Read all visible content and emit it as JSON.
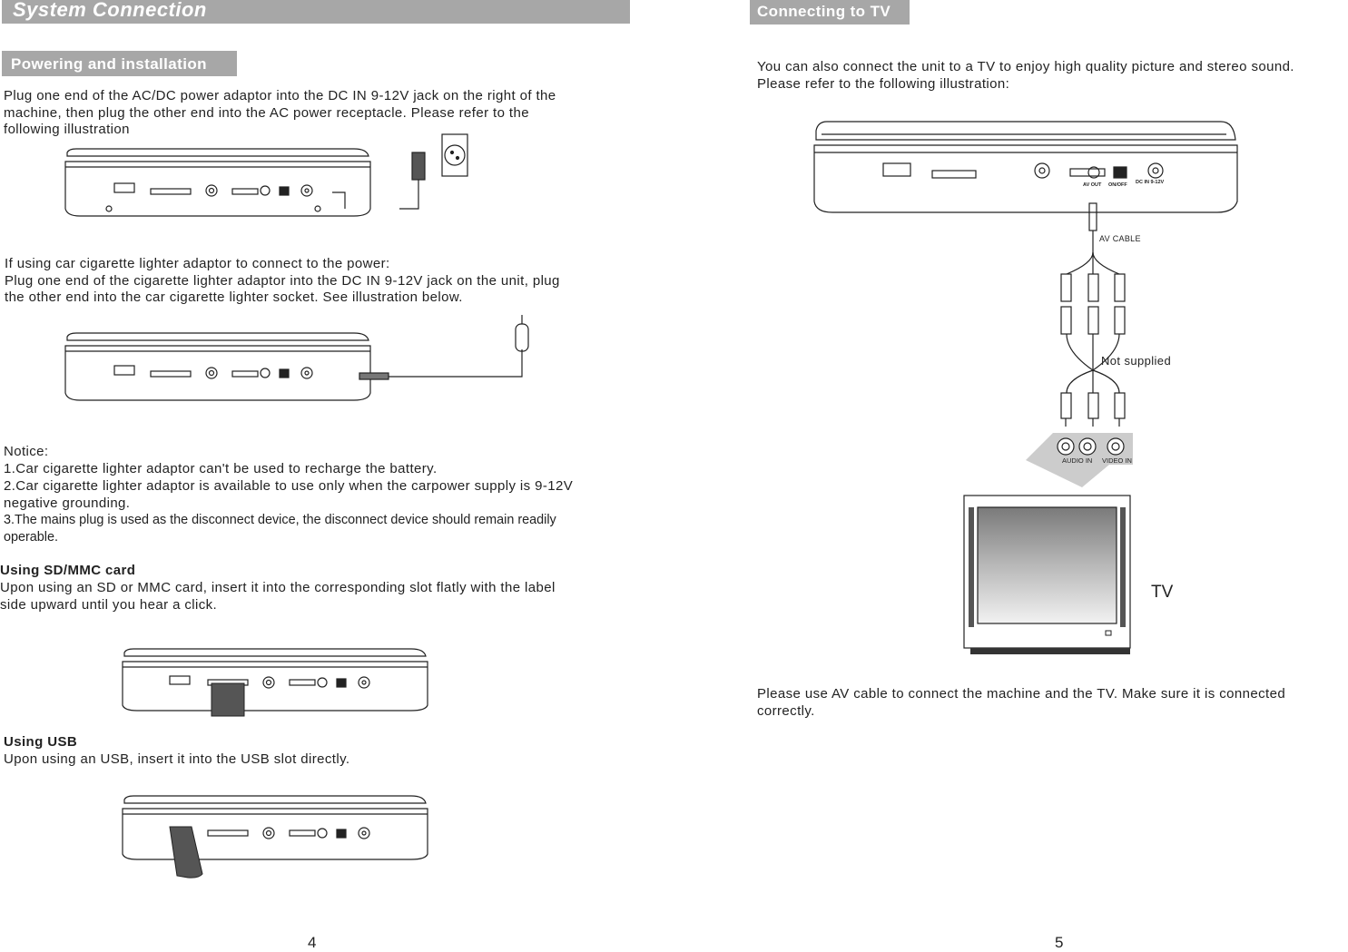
{
  "left_page": {
    "title": "System Connection",
    "powering": {
      "heading": "Powering and installation",
      "text": "Plug one end of the AC/DC power adaptor into the DC IN 9-12V  jack on the right of the\nmachine, then plug the other end into the AC power receptacle.  Please refer to the\nfollowing illustration"
    },
    "car": {
      "text": "If using car cigarette lighter adaptor to connect to the power:\nPlug one end of the cigarette lighter adaptor into the DC IN 9-12V jack on the unit, plug\nthe other end into the car cigarette lighter socket. See  illustration below."
    },
    "notice": {
      "title": "Notice:",
      "items": [
        "1.Car cigarette lighter adaptor can't be used to recharge the battery.",
        "2.Car cigarette lighter adaptor is available to use only when the carpower supply is 9-12V\n   negative grounding.",
        "3.The mains plug is used as the disconnect device, the disconnect device should remain readily\n   operable."
      ]
    },
    "sd": {
      "heading": "Using SD/MMC card",
      "text": "Upon using an SD or MMC card, insert it into the corresponding slot flatly with the label\nside upward until you hear a click."
    },
    "usb": {
      "heading": "Using USB",
      "text": "Upon using an USB, insert it into the USB slot directly."
    },
    "page_number": "4"
  },
  "right_page": {
    "title": "Connecting to TV",
    "intro": "You can also connect the unit to a TV to enjoy high quality picture and stereo sound.\nPlease refer to the following illustration:",
    "labels": {
      "av_cable": "AV CABLE",
      "not_supplied": "Not supplied",
      "audio_in": "AUDIO IN",
      "video_in": "VIDEO IN",
      "tv": "TV",
      "av_out": "AV OUT",
      "on_off": "ON/OFF",
      "dc_in": "DC IN 9-12V"
    },
    "outro": "Please use AV cable to connect the machine and the TV. Make sure it is connected\ncorrectly.",
    "page_number": "5"
  }
}
